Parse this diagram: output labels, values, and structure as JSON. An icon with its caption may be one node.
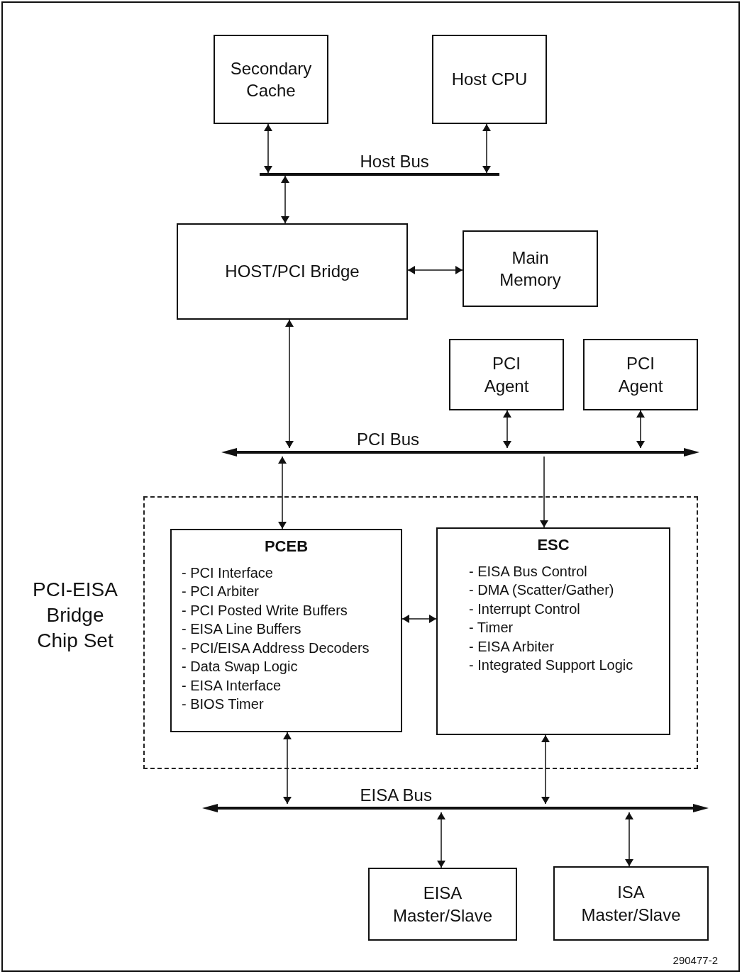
{
  "diagram": {
    "nodes": [
      {
        "text": [
          "Secondary Cache"
        ]
      },
      {
        "text": [
          "Host CPU"
        ]
      },
      {
        "text": [
          "Host Bus"
        ]
      },
      {
        "text": [
          "HOST/PCI Bridge"
        ]
      },
      {
        "text": [
          "Main Memory"
        ]
      },
      {
        "text": [
          "PCI Agent"
        ]
      },
      {
        "text": [
          "PCI Agent"
        ]
      },
      {
        "text": [
          "PCI Bus"
        ]
      },
      {
        "text": [
          "PCI-EISA Bridge Chip Set"
        ]
      },
      {
        "text": [
          "PCEB",
          "- PCI Interface",
          "- PCI Arbiter",
          "- PCI Posted Write Buffers",
          "- EISA Line Buffers",
          "- PCI/EISA Address Decoders",
          "- Data Swap Logic",
          "- EISA Interface",
          "- BIOS Timer"
        ],
        "in": 8
      },
      {
        "text": [
          "ESC",
          "- EISA Bus Control",
          "- DMA (Scatter/Gather)",
          "- Interrupt Control",
          "- Timer",
          "- EISA Arbiter",
          "- Integrated Support Logic"
        ],
        "in": 8
      },
      {
        "text": [
          "EISA Bus"
        ]
      },
      {
        "text": [
          "EISA Master/Slave"
        ]
      },
      {
        "text": [
          "ISA Master/Slave"
        ]
      }
    ],
    "edges": [
      {
        "from": 0,
        "to": 2,
        "arrow": "both"
      },
      {
        "from": 1,
        "to": 2,
        "arrow": "both"
      },
      {
        "from": 2,
        "to": 3,
        "arrow": "both"
      },
      {
        "from": 3,
        "to": 4,
        "arrow": "both"
      },
      {
        "from": 3,
        "to": 7,
        "arrow": "both"
      },
      {
        "from": 5,
        "to": 7,
        "arrow": "both"
      },
      {
        "from": 6,
        "to": 7,
        "arrow": "both"
      },
      {
        "from": 7,
        "to": 9,
        "arrow": "both"
      },
      {
        "from": 7,
        "to": 10,
        "arrow": "to"
      },
      {
        "from": 9,
        "to": 10,
        "arrow": "both"
      },
      {
        "from": 9,
        "to": 11,
        "arrow": "both"
      },
      {
        "from": 10,
        "to": 11,
        "arrow": "both"
      },
      {
        "from": 11,
        "to": 12,
        "arrow": "both"
      },
      {
        "from": 11,
        "to": 13,
        "arrow": "both"
      }
    ],
    "labels": [
      "290477-2"
    ]
  }
}
